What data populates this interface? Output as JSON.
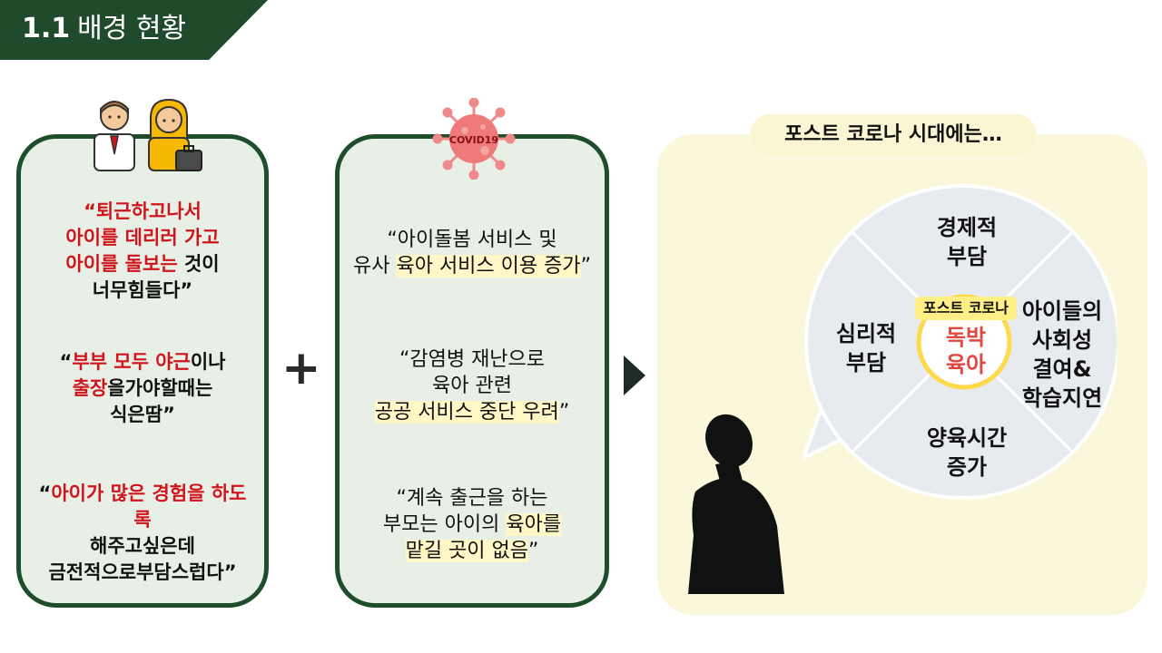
{
  "header": {
    "number": "1.1",
    "title": "배경 현황"
  },
  "left_card": {
    "quote1": {
      "l1": "“퇴근하고나서",
      "l2": "아이를 데리러 가고",
      "l3a": "아이를 돌보는",
      "l3b": " 것이",
      "l4": "너무힘들다”"
    },
    "quote2": {
      "l1a": "“",
      "l1b": "부부 모두 야근",
      "l1c": "이나",
      "l2a": "출장",
      "l2b": "을가야할때는",
      "l3": "식은땀”"
    },
    "quote3": {
      "l1a": "“",
      "l1b": "아이가 많은 경험을 하도",
      "l2": "록",
      "l3": "해주고싶은데",
      "l4a": "금전적으로",
      "l4b": "부담스럽다”"
    }
  },
  "middle_card": {
    "virus_label": "COVID19",
    "quote1": {
      "l1": "“아이돌봄 서비스 및",
      "l2a": "유사 ",
      "l2b": "육아 서비스 이용 증가",
      "l2c": "”"
    },
    "quote2": {
      "l1": "“감염병 재난으로",
      "l2": "육아 관련",
      "l3a": "공공 서비스 중단 우려",
      "l3b": "”"
    },
    "quote3": {
      "l1": "“계속 출근을 하는",
      "l2a": "부모는 아이의 ",
      "l2b": "육아를",
      "l3a": "맡길 곳이 없음",
      "l3b": "”"
    }
  },
  "operator": "+",
  "right_panel": {
    "label": "포스트 코로나 시대에는…",
    "segments": {
      "top": [
        "경제적",
        "부담"
      ],
      "left": [
        "심리적",
        "부담"
      ],
      "right": [
        "아이들의",
        "사회성",
        "결여&",
        "학습지연"
      ],
      "bottom": [
        "양육시간",
        "증가"
      ]
    },
    "center_tag": "포스트 코로나",
    "center_text": [
      "독박",
      "육아"
    ]
  },
  "colors": {
    "dark_green": "#1e4d2b",
    "card_fill": "#e8efe6",
    "red_text": "#d0141c",
    "panel_fill": "#fbf7da",
    "wheel_fill": "#e7ebef"
  }
}
